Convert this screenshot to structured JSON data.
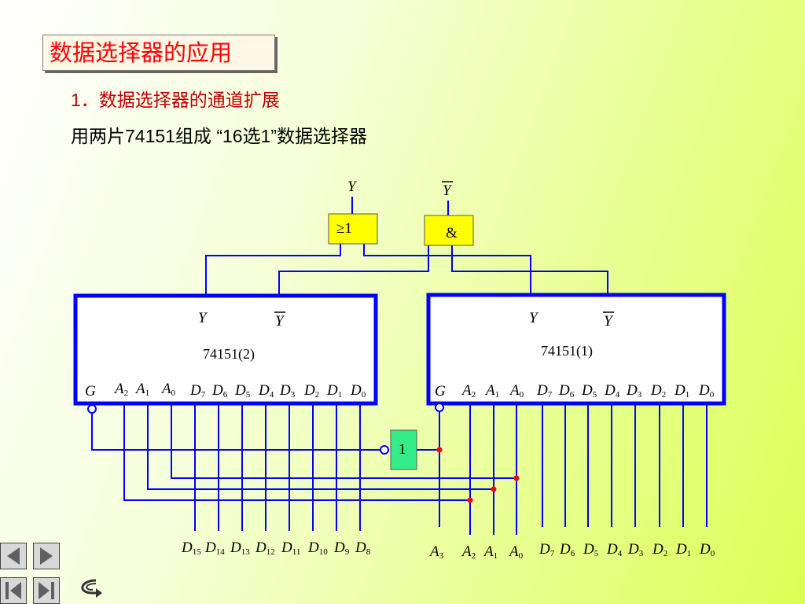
{
  "title": "数据选择器的应用",
  "section": "1．数据选择器的通道扩展",
  "description": "用两片74151组成 “16选1”数据选择器",
  "gates": {
    "or_label": "≥1",
    "and_label": "&",
    "not_label": "1",
    "or_output": "Y",
    "and_output": "Y"
  },
  "chip2": {
    "name": "74151(2)",
    "out": "Y",
    "out_bar": "Y",
    "enable": "G",
    "addr_pins": [
      [
        "A",
        "2"
      ],
      [
        "A",
        "1"
      ],
      [
        "A",
        "0"
      ]
    ],
    "data_pins": [
      [
        "D",
        "7"
      ],
      [
        "D",
        "6"
      ],
      [
        "D",
        "5"
      ],
      [
        "D",
        "4"
      ],
      [
        "D",
        "3"
      ],
      [
        "D",
        "2"
      ],
      [
        "D",
        "1"
      ],
      [
        "D",
        "0"
      ]
    ]
  },
  "chip1": {
    "name": "74151(1)",
    "out": "Y",
    "out_bar": "Y",
    "enable": "G",
    "addr_pins": [
      [
        "A",
        "2"
      ],
      [
        "A",
        "1"
      ],
      [
        "A",
        "0"
      ]
    ],
    "data_pins": [
      [
        "D",
        "7"
      ],
      [
        "D",
        "6"
      ],
      [
        "D",
        "5"
      ],
      [
        "D",
        "4"
      ],
      [
        "D",
        "3"
      ],
      [
        "D",
        "2"
      ],
      [
        "D",
        "1"
      ],
      [
        "D",
        "0"
      ]
    ]
  },
  "bottom_left": [
    [
      "D",
      "15"
    ],
    [
      "D",
      "14"
    ],
    [
      "D",
      "13"
    ],
    [
      "D",
      "12"
    ],
    [
      "D",
      "11"
    ],
    [
      "D",
      "10"
    ],
    [
      "D",
      "9"
    ],
    [
      "D",
      "8"
    ]
  ],
  "bottom_right_addr": [
    [
      "A",
      "3"
    ],
    [
      "A",
      "2"
    ],
    [
      "A",
      "1"
    ],
    [
      "A",
      "0"
    ]
  ],
  "bottom_right_data": [
    [
      "D",
      "7"
    ],
    [
      "D",
      "6"
    ],
    [
      "D",
      "5"
    ],
    [
      "D",
      "4"
    ],
    [
      "D",
      "3"
    ],
    [
      "D",
      "2"
    ],
    [
      "D",
      "1"
    ],
    [
      "D",
      "0"
    ]
  ],
  "colors": {
    "wire": "#0000ff",
    "chip_border": "#0000ff",
    "dot": "#ff0000",
    "or_gate": "#ffff00",
    "not_gate": "#33ee88",
    "title_text": "#ff0000",
    "section_text": "#c00000"
  }
}
